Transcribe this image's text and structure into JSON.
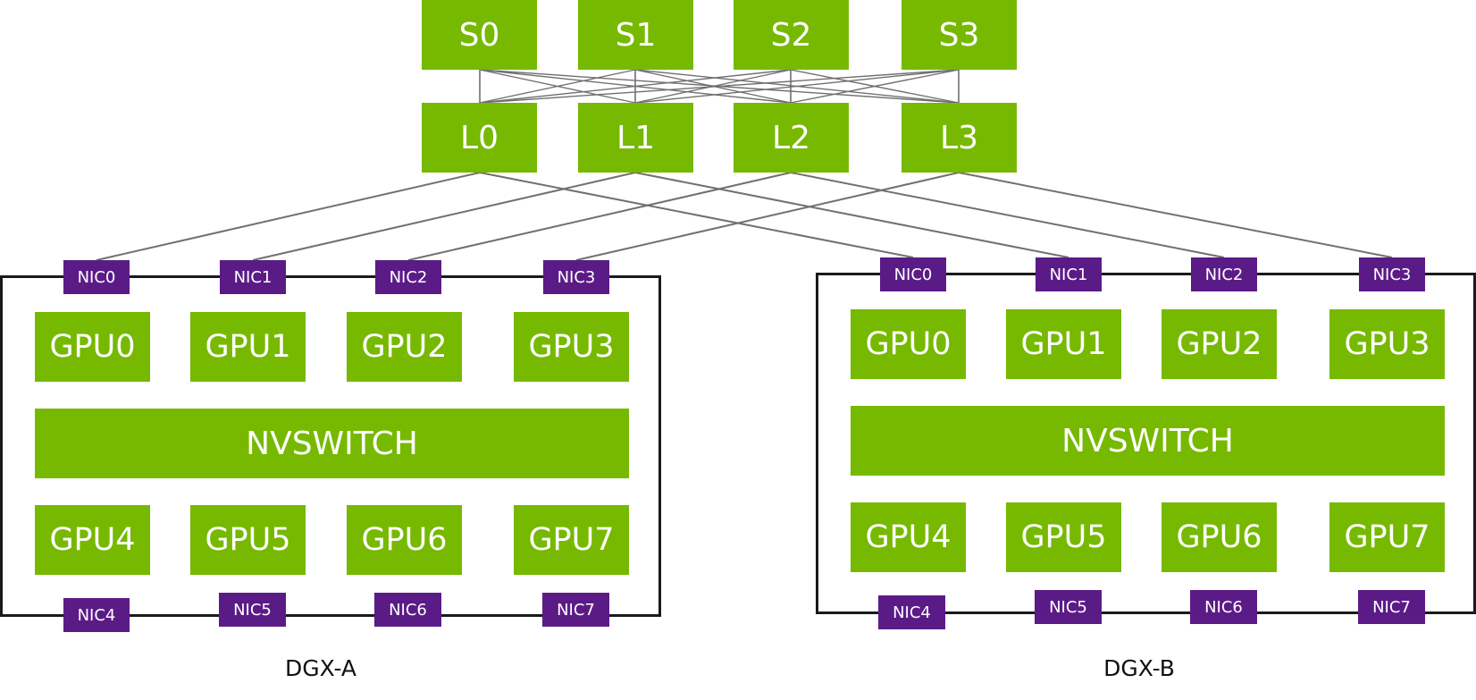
{
  "spines": [
    "S0",
    "S1",
    "S2",
    "S3"
  ],
  "leaves": [
    "L0",
    "L1",
    "L2",
    "L3"
  ],
  "nodes": [
    {
      "label": "DGX-A",
      "gpus_top": [
        "GPU0",
        "GPU1",
        "GPU2",
        "GPU3"
      ],
      "switch": "NVSWITCH",
      "gpus_bottom": [
        "GPU4",
        "GPU5",
        "GPU6",
        "GPU7"
      ],
      "nics_top": [
        "NIC0",
        "NIC1",
        "NIC2",
        "NIC3"
      ],
      "nics_bottom": [
        "NIC4",
        "NIC5",
        "NIC6",
        "NIC7"
      ]
    },
    {
      "label": "DGX-B",
      "gpus_top": [
        "GPU0",
        "GPU1",
        "GPU2",
        "GPU3"
      ],
      "switch": "NVSWITCH",
      "gpus_bottom": [
        "GPU4",
        "GPU5",
        "GPU6",
        "GPU7"
      ],
      "nics_top": [
        "NIC0",
        "NIC1",
        "NIC2",
        "NIC3"
      ],
      "nics_bottom": [
        "NIC4",
        "NIC5",
        "NIC6",
        "NIC7"
      ]
    }
  ],
  "colors": {
    "switch_green": "#76b900",
    "nic_purple": "#5b1b87",
    "link_gray": "#707070",
    "chassis_border": "#1a1a1a"
  },
  "icons": []
}
